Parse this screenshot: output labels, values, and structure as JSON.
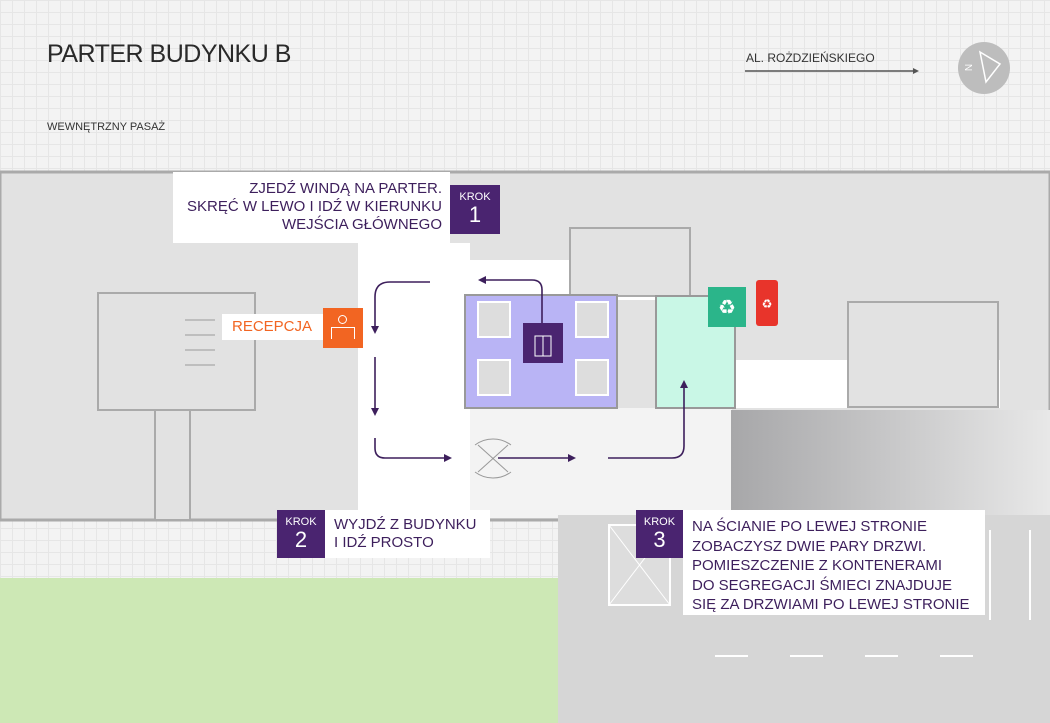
{
  "title": "PARTER BUDYNKU B",
  "area_label": "WEWNĘTRZNY PASAŻ",
  "street": {
    "label": "AL. ROŻDZIEŃSKIEGO"
  },
  "compass": {
    "label": "N",
    "icon": "north-arrow-icon"
  },
  "reception": {
    "label": "RECEPCJA",
    "icon": "reception-desk-icon"
  },
  "steps": [
    {
      "badge": "KROK",
      "number": "1",
      "lines": [
        "ZJEDŹ WINDĄ NA PARTER.",
        "SKRĘĆ W LEWO I IDŹ W KIERUNKU",
        "WEJŚCIA GŁÓWNEGO"
      ]
    },
    {
      "badge": "KROK",
      "number": "2",
      "lines": [
        "WYJDŹ Z BUDYNKU",
        "I IDŹ PROSTO"
      ]
    },
    {
      "badge": "KROK",
      "number": "3",
      "lines": [
        "NA ŚCIANIE PO LEWEJ STRONIE",
        "ZOBACZYSZ DWIE PARY DRZWI.",
        "POMIESZCZENIE Z KONTENERAMI",
        "DO SEGREGACJI ŚMIECI ZNAJDUJE",
        "SIĘ ZA DRZWIAMI PO LEWEJ STRONIE"
      ]
    }
  ],
  "colors": {
    "accent": "#4a2470",
    "reception": "#f26522",
    "elevator_lobby": "#b9b4f5",
    "recycling_room": "#c9f7e6",
    "recycling": "#2bb58a",
    "lawn": "#cde8b5"
  }
}
